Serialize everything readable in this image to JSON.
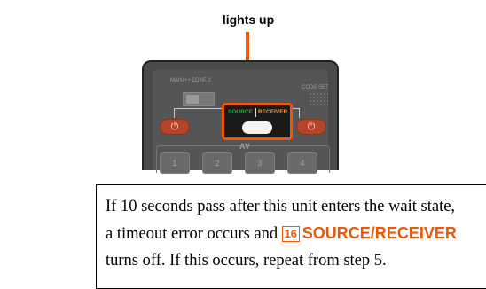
{
  "callout": {
    "label": "lights up"
  },
  "remote": {
    "main_label": "MAIN",
    "zone_label": "ZONE 2",
    "code_set_label": "CODE SET",
    "power_icon": "⏻",
    "source_label": "SOURCE",
    "receiver_label": "RECEIVER",
    "av_label": "AV",
    "av_buttons": [
      "1",
      "2",
      "3",
      "4"
    ]
  },
  "note": {
    "line1": "If 10 seconds pass after this unit enters the wait state,",
    "line2_before": "a timeout error occurs and ",
    "key_number": "16",
    "key_name": "SOURCE/RECEIVER",
    "line2_after": "",
    "line3": "turns off. If this occurs, repeat from step 5."
  },
  "colors": {
    "highlight": "#e8590c",
    "power_button": "#b5452a",
    "source_green": "#29a847"
  }
}
